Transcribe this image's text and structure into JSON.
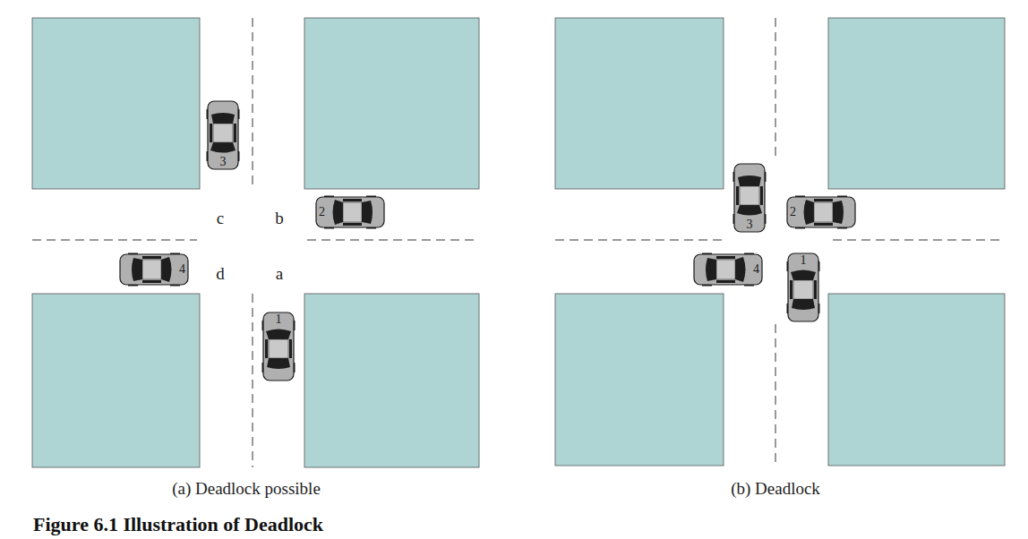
{
  "diagram": {
    "caption": "Figure 6.1 Illustration of Deadlock",
    "nodes": [
      {
        "text": [
          "3"
        ]
      },
      {
        "text": [
          "2"
        ]
      },
      {
        "text": [
          "4"
        ]
      },
      {
        "text": [
          "1"
        ]
      },
      {
        "text": [
          "3"
        ]
      },
      {
        "text": [
          "2"
        ]
      },
      {
        "text": [
          "4"
        ]
      },
      {
        "text": [
          "1"
        ]
      }
    ],
    "labels": [
      "c",
      "b",
      "d",
      "a",
      "(a) Deadlock possible",
      "(b) Deadlock"
    ]
  }
}
